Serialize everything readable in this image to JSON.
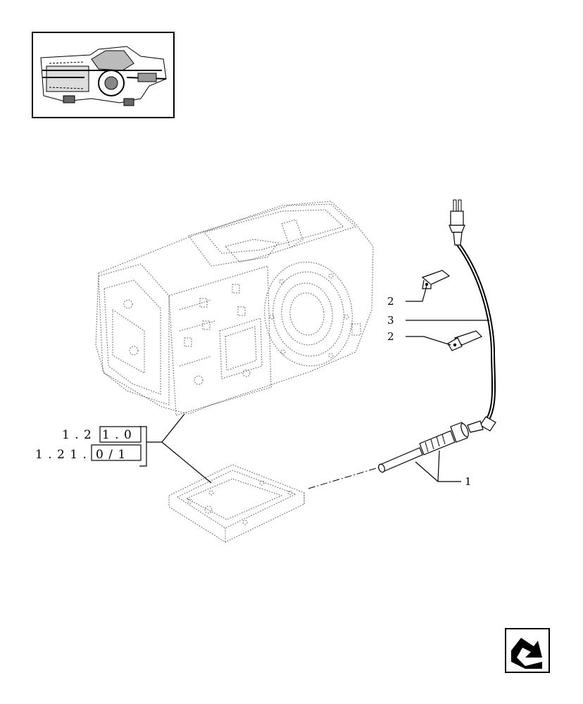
{
  "callouts": {
    "one": "1",
    "two_a": "2",
    "three": "3",
    "two_b": "2"
  },
  "references": {
    "row1_prefix": "1 . 2",
    "row1_boxed": "1 . 0",
    "row2_prefix": "1 . 2 1 .",
    "row2_boxed": "0 / 1"
  },
  "nav_icon": "next-page-arrow-icon"
}
